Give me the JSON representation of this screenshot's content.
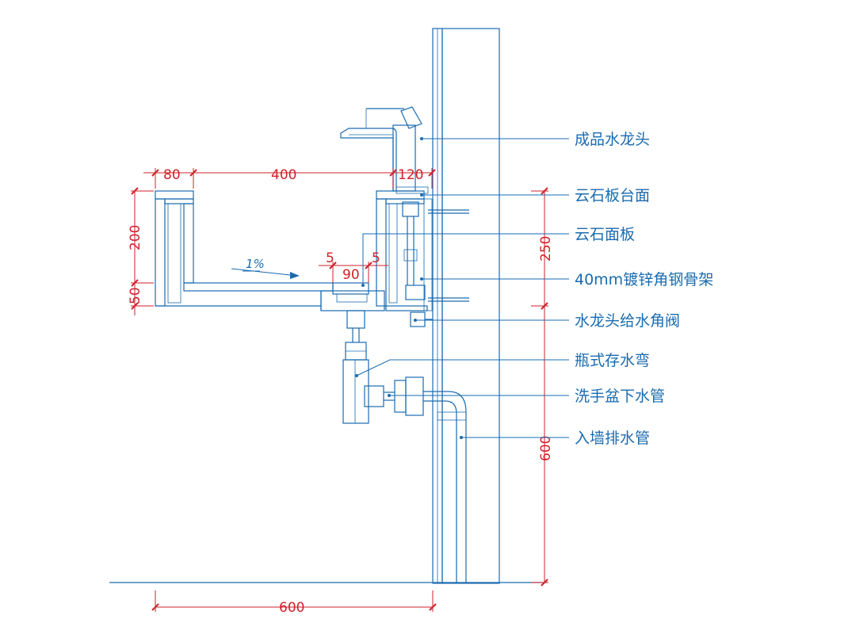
{
  "colors": {
    "drawing": "#1a6bb0",
    "dimension": "#d0222b",
    "background": "#ffffff"
  },
  "dimensions": {
    "top_80": "80",
    "top_400": "400",
    "top_120": "120",
    "left_200": "200",
    "left_50": "50",
    "gap_5a": "5",
    "gap_90": "90",
    "gap_5b": "5",
    "right_250": "250",
    "right_600": "600",
    "bottom_600": "600"
  },
  "slope_label": "1%",
  "labels": [
    "成品水龙头",
    "云石板台面",
    "云石面板",
    "40mm镀锌角钢骨架",
    "水龙头给水角阀",
    "瓶式存水弯",
    "洗手盆下水管",
    "入墙排水管"
  ]
}
